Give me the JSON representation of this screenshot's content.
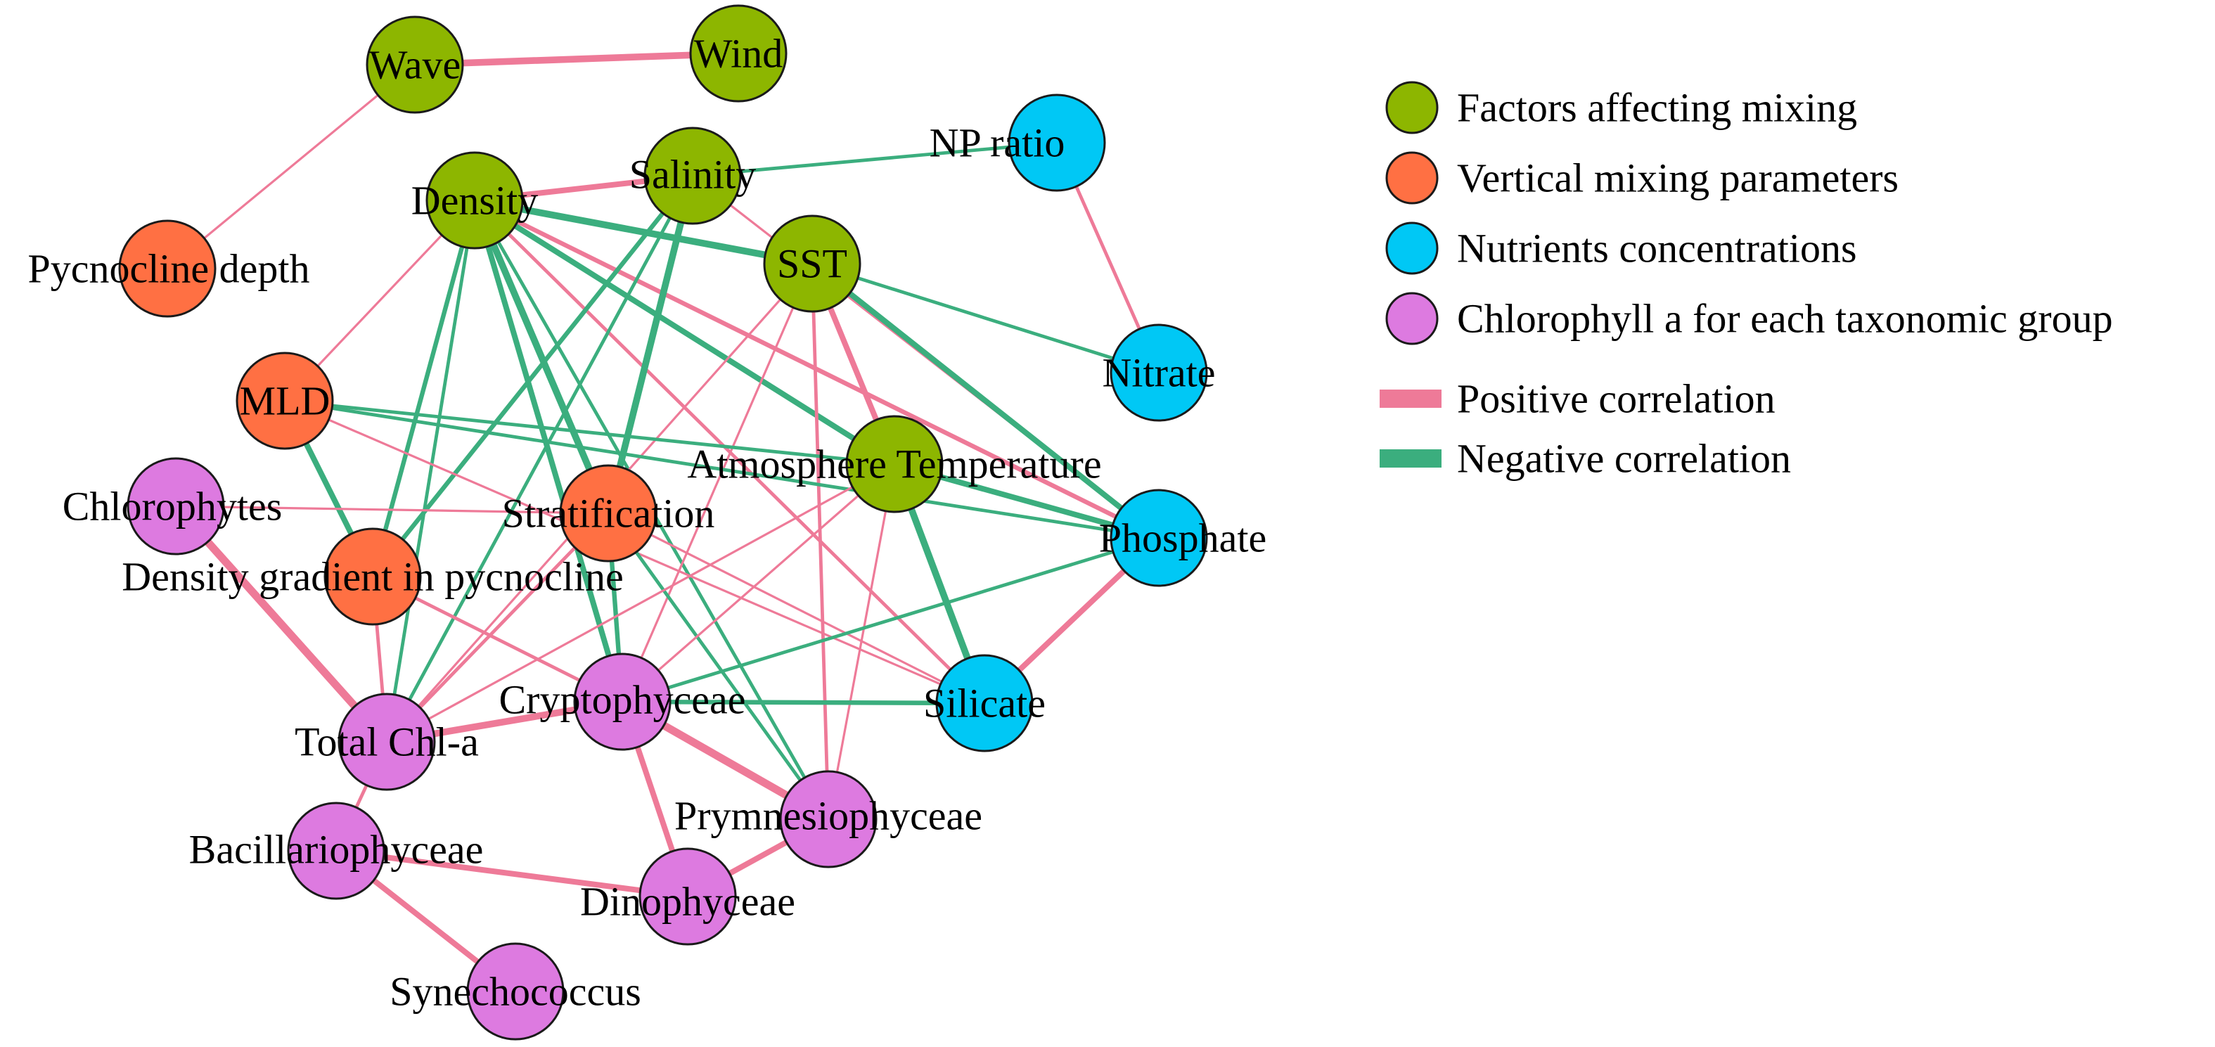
{
  "colors": {
    "mixing": "#8DB600",
    "vertical": "#FF7043",
    "nutrients": "#00C8F5",
    "chlorophyll": "#DD7AE0",
    "positive": "#EE7A98",
    "negative": "#3BAE7E",
    "outline": "#1a1a1a"
  },
  "legend": {
    "groups": [
      {
        "key": "mixing",
        "label": "Factors affecting mixing"
      },
      {
        "key": "vertical",
        "label": "Vertical mixing parameters"
      },
      {
        "key": "nutrients",
        "label": "Nutrients concentrations"
      },
      {
        "key": "chlorophyll",
        "label": "Chlorophyll a for each taxonomic group"
      }
    ],
    "edges": [
      {
        "key": "positive",
        "label": "Positive correlation"
      },
      {
        "key": "negative",
        "label": "Negative correlation"
      }
    ]
  },
  "nodes": [
    {
      "id": "wave",
      "label": "Wave",
      "group": "mixing"
    },
    {
      "id": "wind",
      "label": "Wind",
      "group": "mixing"
    },
    {
      "id": "density",
      "label": "Density",
      "group": "mixing"
    },
    {
      "id": "salinity",
      "label": "Salinity",
      "group": "mixing"
    },
    {
      "id": "sst",
      "label": "SST",
      "group": "mixing"
    },
    {
      "id": "atmtemp",
      "label": "Atmosphere Temperature",
      "group": "mixing"
    },
    {
      "id": "npratio",
      "label": "NP ratio",
      "group": "nutrients"
    },
    {
      "id": "nitrate",
      "label": "Nitrate",
      "group": "nutrients"
    },
    {
      "id": "phosphate",
      "label": "Phosphate",
      "group": "nutrients"
    },
    {
      "id": "silicate",
      "label": "Silicate",
      "group": "nutrients"
    },
    {
      "id": "pycdepth",
      "label": "Pycnocline depth",
      "group": "vertical"
    },
    {
      "id": "mld",
      "label": "MLD",
      "group": "vertical"
    },
    {
      "id": "strat",
      "label": "Stratification",
      "group": "vertical"
    },
    {
      "id": "densgrad",
      "label": "Density gradient in pycnocline",
      "group": "vertical"
    },
    {
      "id": "chloro",
      "label": "Chlorophytes",
      "group": "chlorophyll"
    },
    {
      "id": "totchl",
      "label": "Total Chl-a",
      "group": "chlorophyll"
    },
    {
      "id": "crypto",
      "label": "Cryptophyceae",
      "group": "chlorophyll"
    },
    {
      "id": "prymn",
      "label": "Prymnesiophyceae",
      "group": "chlorophyll"
    },
    {
      "id": "bacill",
      "label": "Bacillariophyceae",
      "group": "chlorophyll"
    },
    {
      "id": "dino",
      "label": "Dinophyceae",
      "group": "chlorophyll"
    },
    {
      "id": "syne",
      "label": "Synechococcus",
      "group": "chlorophyll"
    }
  ],
  "edges": [
    {
      "source": "wave",
      "target": "wind",
      "sign": "positive",
      "strength": 5
    },
    {
      "source": "wave",
      "target": "pycdepth",
      "sign": "positive",
      "strength": 1
    },
    {
      "source": "density",
      "target": "salinity",
      "sign": "positive",
      "strength": 4
    },
    {
      "source": "salinity",
      "target": "npratio",
      "sign": "negative",
      "strength": 2
    },
    {
      "source": "npratio",
      "target": "nitrate",
      "sign": "positive",
      "strength": 2
    },
    {
      "source": "density",
      "target": "sst",
      "sign": "negative",
      "strength": 5
    },
    {
      "source": "density",
      "target": "mld",
      "sign": "positive",
      "strength": 1
    },
    {
      "source": "density",
      "target": "densgrad",
      "sign": "negative",
      "strength": 3
    },
    {
      "source": "density",
      "target": "totchl",
      "sign": "negative",
      "strength": 2
    },
    {
      "source": "density",
      "target": "strat",
      "sign": "negative",
      "strength": 5
    },
    {
      "source": "density",
      "target": "crypto",
      "sign": "negative",
      "strength": 4
    },
    {
      "source": "density",
      "target": "prymn",
      "sign": "negative",
      "strength": 2
    },
    {
      "source": "density",
      "target": "atmtemp",
      "sign": "negative",
      "strength": 4
    },
    {
      "source": "density",
      "target": "phosphate",
      "sign": "positive",
      "strength": 3
    },
    {
      "source": "density",
      "target": "silicate",
      "sign": "positive",
      "strength": 2
    },
    {
      "source": "salinity",
      "target": "strat",
      "sign": "negative",
      "strength": 5
    },
    {
      "source": "salinity",
      "target": "densgrad",
      "sign": "negative",
      "strength": 3
    },
    {
      "source": "salinity",
      "target": "totchl",
      "sign": "negative",
      "strength": 2
    },
    {
      "source": "salinity",
      "target": "phosphate",
      "sign": "positive",
      "strength": 1
    },
    {
      "source": "sst",
      "target": "nitrate",
      "sign": "negative",
      "strength": 2
    },
    {
      "source": "sst",
      "target": "phosphate",
      "sign": "negative",
      "strength": 4
    },
    {
      "source": "sst",
      "target": "atmtemp",
      "sign": "positive",
      "strength": 4
    },
    {
      "source": "sst",
      "target": "totchl",
      "sign": "positive",
      "strength": 1
    },
    {
      "source": "sst",
      "target": "crypto",
      "sign": "positive",
      "strength": 1
    },
    {
      "source": "sst",
      "target": "prymn",
      "sign": "positive",
      "strength": 2
    },
    {
      "source": "mld",
      "target": "atmtemp",
      "sign": "negative",
      "strength": 2
    },
    {
      "source": "mld",
      "target": "densgrad",
      "sign": "negative",
      "strength": 4
    },
    {
      "source": "mld",
      "target": "silicate",
      "sign": "positive",
      "strength": 1
    },
    {
      "source": "mld",
      "target": "phosphate",
      "sign": "negative",
      "strength": 2
    },
    {
      "source": "chloro",
      "target": "strat",
      "sign": "positive",
      "strength": 1
    },
    {
      "source": "chloro",
      "target": "totchl",
      "sign": "positive",
      "strength": 6
    },
    {
      "source": "densgrad",
      "target": "totchl",
      "sign": "positive",
      "strength": 2
    },
    {
      "source": "densgrad",
      "target": "crypto",
      "sign": "positive",
      "strength": 2
    },
    {
      "source": "strat",
      "target": "totchl",
      "sign": "positive",
      "strength": 2
    },
    {
      "source": "strat",
      "target": "crypto",
      "sign": "negative",
      "strength": 3
    },
    {
      "source": "strat",
      "target": "prymn",
      "sign": "negative",
      "strength": 2
    },
    {
      "source": "strat",
      "target": "silicate",
      "sign": "positive",
      "strength": 1
    },
    {
      "source": "atmtemp",
      "target": "phosphate",
      "sign": "negative",
      "strength": 4
    },
    {
      "source": "atmtemp",
      "target": "silicate",
      "sign": "negative",
      "strength": 5
    },
    {
      "source": "atmtemp",
      "target": "crypto",
      "sign": "positive",
      "strength": 1
    },
    {
      "source": "atmtemp",
      "target": "totchl",
      "sign": "positive",
      "strength": 1
    },
    {
      "source": "atmtemp",
      "target": "prymn",
      "sign": "positive",
      "strength": 1
    },
    {
      "source": "phosphate",
      "target": "silicate",
      "sign": "positive",
      "strength": 4
    },
    {
      "source": "phosphate",
      "target": "crypto",
      "sign": "negative",
      "strength": 2
    },
    {
      "source": "crypto",
      "target": "silicate",
      "sign": "negative",
      "strength": 3
    },
    {
      "source": "totchl",
      "target": "crypto",
      "sign": "positive",
      "strength": 5
    },
    {
      "source": "totchl",
      "target": "bacill",
      "sign": "positive",
      "strength": 2
    },
    {
      "source": "crypto",
      "target": "prymn",
      "sign": "positive",
      "strength": 6
    },
    {
      "source": "crypto",
      "target": "dino",
      "sign": "positive",
      "strength": 4
    },
    {
      "source": "prymn",
      "target": "dino",
      "sign": "positive",
      "strength": 4
    },
    {
      "source": "bacill",
      "target": "dino",
      "sign": "positive",
      "strength": 4
    },
    {
      "source": "bacill",
      "target": "syne",
      "sign": "positive",
      "strength": 4
    }
  ]
}
